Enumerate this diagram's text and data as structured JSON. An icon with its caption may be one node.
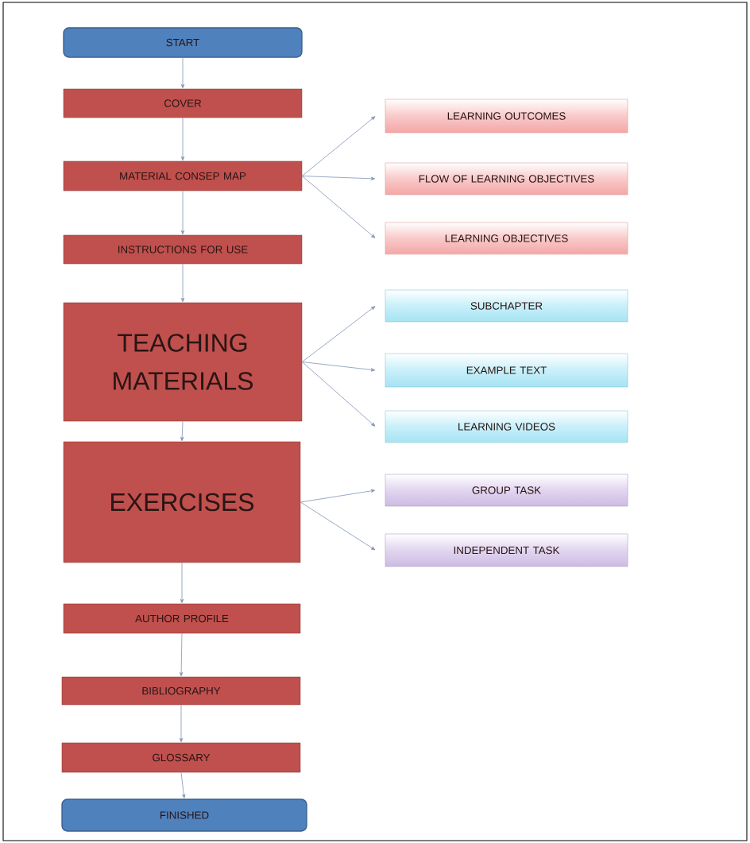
{
  "diagram": {
    "nodes": [
      {
        "text": [
          "START"
        ]
      },
      {
        "text": [
          "COVER"
        ]
      },
      {
        "text": [
          "MATERIAL CONSEP MAP"
        ]
      },
      {
        "text": [
          "INSTRUCTIONS FOR USE"
        ]
      },
      {
        "text": [
          "TEACHING MATERIALS"
        ]
      },
      {
        "text": [
          "EXERCISES"
        ]
      },
      {
        "text": [
          "AUTHOR PROFILE"
        ]
      },
      {
        "text": [
          "BIBLIOGRAPHY"
        ]
      },
      {
        "text": [
          "GLOSSARY"
        ]
      },
      {
        "text": [
          "FINISHED"
        ]
      },
      {
        "text": [
          "LEARNING OUTCOMES"
        ]
      },
      {
        "text": [
          "FLOW OF LEARNING OBJECTIVES"
        ]
      },
      {
        "text": [
          "LEARNING OBJECTIVES"
        ]
      },
      {
        "text": [
          "SUBCHAPTER"
        ]
      },
      {
        "text": [
          "EXAMPLE TEXT"
        ]
      },
      {
        "text": [
          "LEARNING VIDEOS"
        ]
      },
      {
        "text": [
          "GROUP TASK"
        ]
      },
      {
        "text": [
          "INDEPENDENT TASK"
        ]
      }
    ],
    "edges": [
      {
        "from": 0,
        "to": 1,
        "arrow": "to"
      },
      {
        "from": 1,
        "to": 2,
        "arrow": "to"
      },
      {
        "from": 2,
        "to": 3,
        "arrow": "to"
      },
      {
        "from": 3,
        "to": 4,
        "arrow": "to"
      },
      {
        "from": 4,
        "to": 5,
        "arrow": "to"
      },
      {
        "from": 5,
        "to": 6,
        "arrow": "to"
      },
      {
        "from": 6,
        "to": 7,
        "arrow": "to"
      },
      {
        "from": 7,
        "to": 8,
        "arrow": "to"
      },
      {
        "from": 8,
        "to": 9,
        "arrow": "to"
      },
      {
        "from": 2,
        "to": 10,
        "arrow": "to"
      },
      {
        "from": 2,
        "to": 11,
        "arrow": "to"
      },
      {
        "from": 2,
        "to": 12,
        "arrow": "to"
      },
      {
        "from": 4,
        "to": 13,
        "arrow": "to"
      },
      {
        "from": 4,
        "to": 14,
        "arrow": "to"
      },
      {
        "from": 4,
        "to": 15,
        "arrow": "to"
      },
      {
        "from": 5,
        "to": 16,
        "arrow": "to"
      },
      {
        "from": 5,
        "to": 17,
        "arrow": "to"
      }
    ]
  }
}
